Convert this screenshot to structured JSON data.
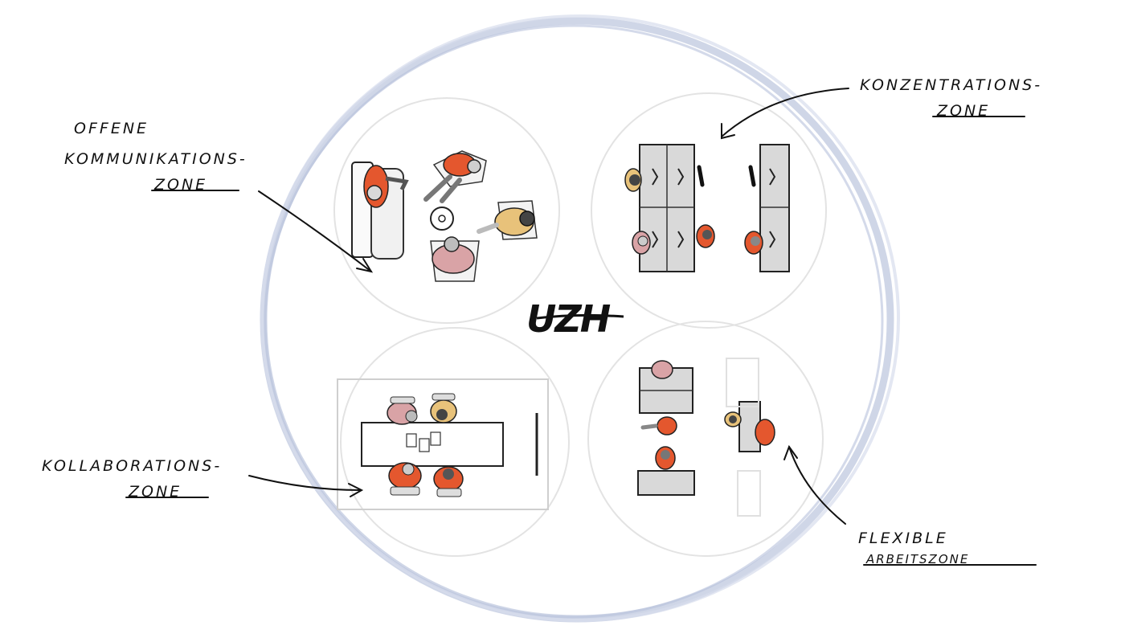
{
  "logo": "UZH",
  "zones": {
    "open": {
      "line1": "OFFENE",
      "line2": "KOMMUNIKATIONS-",
      "line3": "ZONE"
    },
    "focus": {
      "line1": "KONZENTRATIONS-",
      "line2": "ZONE"
    },
    "collab": {
      "line1": "KOLLABORATIONS-",
      "line2": "ZONE"
    },
    "flex": {
      "line1": "FLEXIBLE",
      "line2": "ARBEITSZONE"
    }
  },
  "colors": {
    "ring": "#c7cfe3",
    "zone_ring": "#e3e3e3",
    "furniture": "#d9d9d9",
    "person_orange": "#e4572e",
    "person_pink": "#d9a3a6",
    "person_yellow": "#e8c27a",
    "ink": "#111111"
  }
}
